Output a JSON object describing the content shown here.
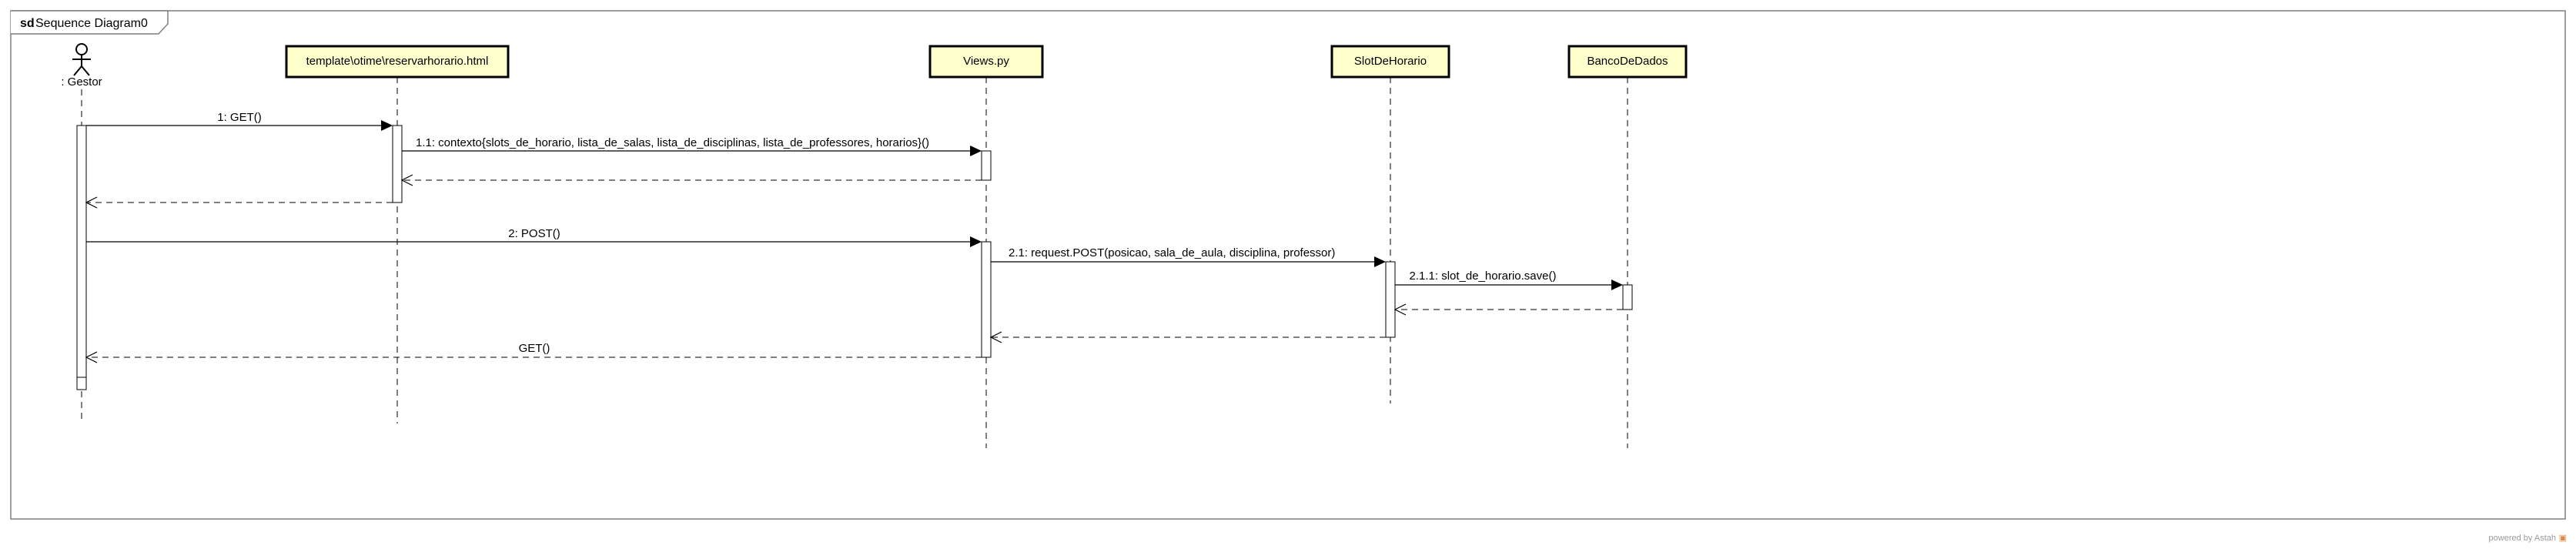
{
  "frame": {
    "keyword": "sd",
    "name": "Sequence Diagram0"
  },
  "actor": {
    "label": ": Gestor"
  },
  "lifelines": [
    {
      "label": "template\\otime\\reservarhorario.html"
    },
    {
      "label": "Views.py"
    },
    {
      "label": "SlotDeHorario"
    },
    {
      "label": "BancoDeDados"
    }
  ],
  "messages": [
    {
      "label": "1: GET()",
      "kind": "sync"
    },
    {
      "label": "1.1: contexto{slots_de_horario, lista_de_salas, lista_de_disciplinas, lista_de_professores, horarios}()",
      "kind": "sync"
    },
    {
      "label": "",
      "kind": "reply"
    },
    {
      "label": "",
      "kind": "reply"
    },
    {
      "label": "2: POST()",
      "kind": "sync"
    },
    {
      "label": "2.1: request.POST(posicao, sala_de_aula, disciplina, professor)",
      "kind": "sync"
    },
    {
      "label": "2.1.1: slot_de_horario.save()",
      "kind": "sync"
    },
    {
      "label": "",
      "kind": "reply"
    },
    {
      "label": "",
      "kind": "reply"
    },
    {
      "label": "GET()",
      "kind": "reply"
    }
  ],
  "footer": {
    "prefix": "powered by Astah",
    "brand_glyph": "▣"
  },
  "colors": {
    "lifeline_head_fill": "#ffffcc",
    "line": "#000000",
    "frame": "#7f7f7f"
  }
}
